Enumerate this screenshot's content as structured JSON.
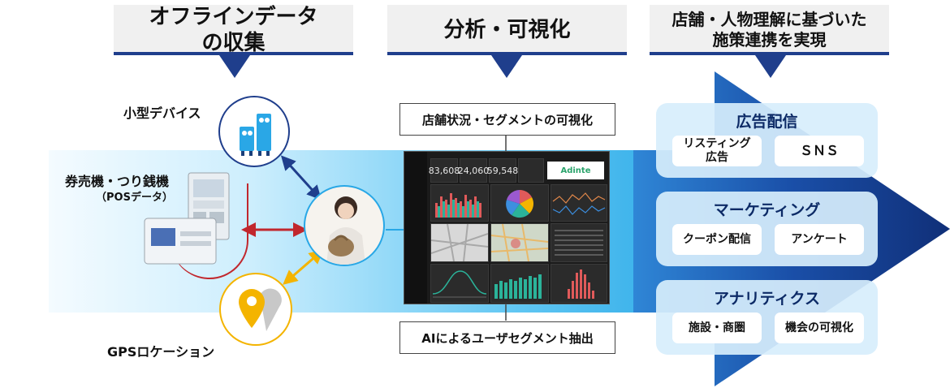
{
  "headers": [
    {
      "line1": "オフラインデータ",
      "line2": "の収集"
    },
    {
      "line1": "分析・可視化",
      "line2": ""
    },
    {
      "line1": "店舗・人物理解に基づいた",
      "line2": "施策連携を実現"
    }
  ],
  "sources": {
    "small_device": "小型デバイス",
    "ticket_machine": "券売機・つり銭機",
    "pos_data": "（POSデータ）",
    "gps": "GPSロケーション"
  },
  "analysis": {
    "top_box": "店舗状況・セグメントの可視化",
    "bottom_box": "AIによるユーザセグメント抽出"
  },
  "dashboard": {
    "kpis": [
      "83,608",
      "24,060",
      "59,548"
    ],
    "brand": "Adinte",
    "brand_color": "#2aa36b"
  },
  "actions": [
    {
      "title": "広告配信",
      "items": [
        "リスティング\n広告",
        "ＳＮＳ"
      ]
    },
    {
      "title": "マーケティング",
      "items": [
        "クーポン配信",
        "アンケート"
      ]
    },
    {
      "title": "アナリティクス",
      "items": [
        "施設・商圏",
        "機会の可視化"
      ]
    }
  ],
  "colors": {
    "header_accent": "#1f3e8c",
    "arrow_blue": "#1f3e8c",
    "band_blue": "#28a7e6",
    "link_blue": "#1f3e8c",
    "link_red": "#c1272d",
    "link_yellow": "#f4b400"
  }
}
